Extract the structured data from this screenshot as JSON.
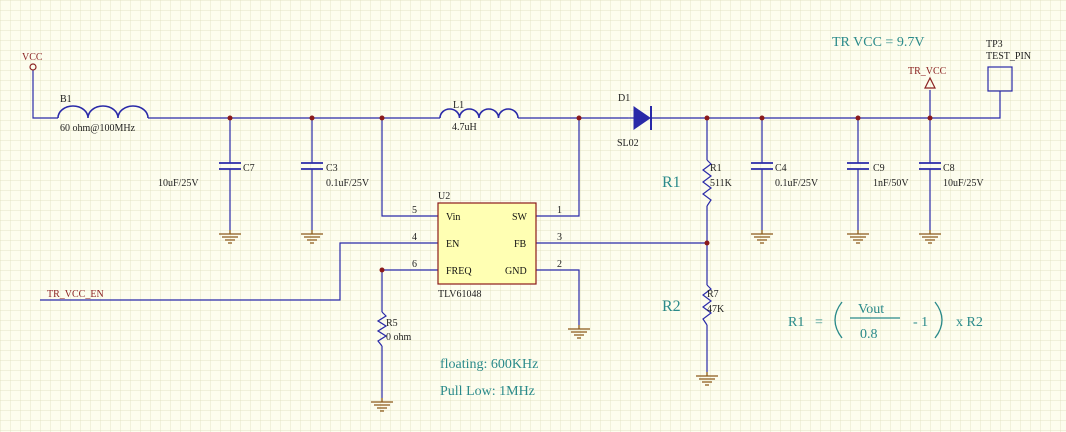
{
  "nets": {
    "vcc": "VCC",
    "tr_vcc": "TR_VCC",
    "tr_vcc_en": "TR_VCC_EN"
  },
  "annotations": {
    "tr_vcc_value": "TR VCC = 9.7V",
    "r1_big": "R1",
    "r2_big": "R2",
    "floating": "floating: 600KHz",
    "pull_low": "Pull Low: 1MHz"
  },
  "formula": {
    "lhs": "R1",
    "eq": "=",
    "num": "Vout",
    "den": "0.8",
    "minus": "- 1",
    "times": "x R2"
  },
  "components": {
    "b1": {
      "ref": "B1",
      "value": "60 ohm@100MHz"
    },
    "l1": {
      "ref": "L1",
      "value": "4.7uH"
    },
    "d1": {
      "ref": "D1",
      "value": "SL02"
    },
    "c7": {
      "ref": "C7",
      "value": "10uF/25V"
    },
    "c3": {
      "ref": "C3",
      "value": "0.1uF/25V"
    },
    "c4": {
      "ref": "C4",
      "value": "0.1uF/25V"
    },
    "c9": {
      "ref": "C9",
      "value": "1nF/50V"
    },
    "c8": {
      "ref": "C8",
      "value": "10uF/25V"
    },
    "r1": {
      "ref": "R1",
      "value": "511K"
    },
    "r7": {
      "ref": "R7",
      "value": "47K"
    },
    "r5": {
      "ref": "R5",
      "value": "0 ohm"
    },
    "tp3": {
      "ref": "TP3",
      "value": "TEST_PIN"
    },
    "u2": {
      "ref": "U2",
      "part": "TLV61048",
      "pins": [
        {
          "num": "5",
          "name": "Vin"
        },
        {
          "num": "4",
          "name": "EN"
        },
        {
          "num": "6",
          "name": "FREQ"
        },
        {
          "num": "1",
          "name": "SW"
        },
        {
          "num": "3",
          "name": "FB"
        },
        {
          "num": "2",
          "name": "GND"
        }
      ]
    }
  }
}
